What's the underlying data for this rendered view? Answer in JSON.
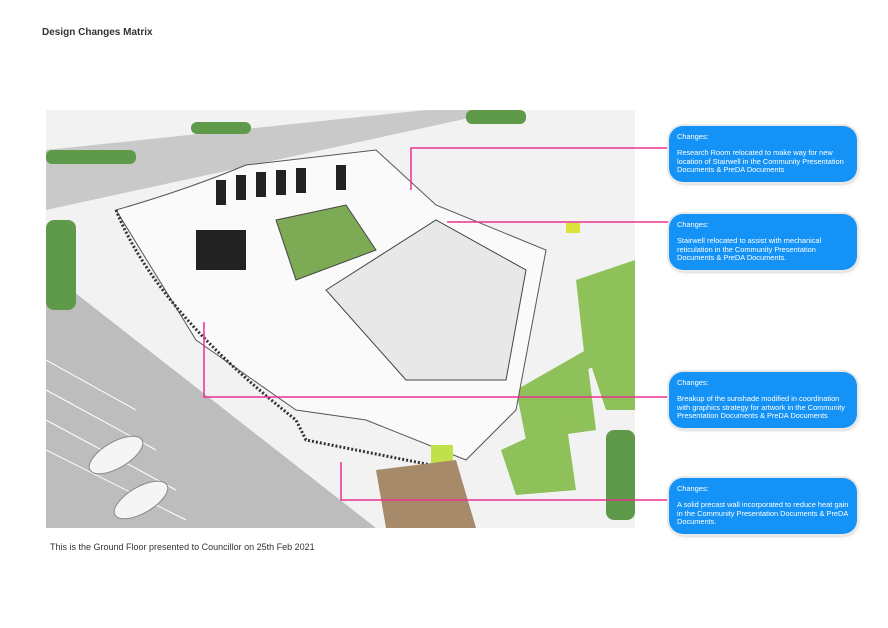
{
  "page_title": "Design Changes Matrix",
  "caption": "This is the Ground Floor presented to Councillor on 25th Feb 2021",
  "accent_color": "#1592f5",
  "leader_color": "#e8338f",
  "callouts": [
    {
      "heading": "Changes:",
      "text": "Research Room relocated to make way for new location of Stairwell in the Community Presentation Documents & PreDA Documents"
    },
    {
      "heading": "Changes:",
      "text": "Stairwell relocated to assist with mechanical reticulation in the Community Presentation Documents &  PreDA Documents."
    },
    {
      "heading": "Changes:",
      "text": "Breakup of the sunshade modified in coordination with graphics strategy for artwork in the Community Presentation Documents & PreDA Documents"
    },
    {
      "heading": "Changes:",
      "text": "A solid precast wall incorporated to reduce heat gain in the Community Presentation Documents &  PreDA Documents."
    }
  ]
}
